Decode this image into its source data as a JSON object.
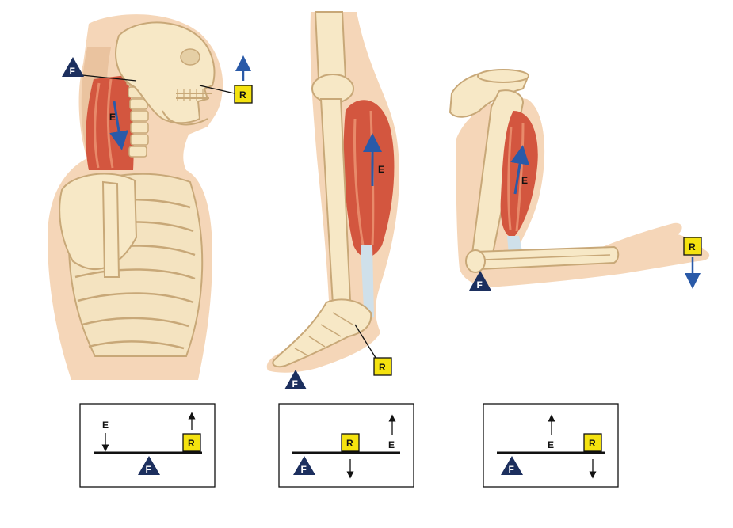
{
  "labels": {
    "fulcrum": "F",
    "effort": "E",
    "resistance": "R"
  },
  "colors": {
    "bone": "#f6e5c0",
    "bone_outline": "#c8a878",
    "skin": "#f2cfae",
    "skin_shadow": "#e6b892",
    "muscle": "#d3563f",
    "muscle_light": "#e88a6a",
    "tendon": "#cfe0ea",
    "arrow_blue": "#2a5aa8",
    "fulcrum_navy": "#1c2f5e",
    "resistance_yellow": "#f4e20f",
    "line_black": "#111111"
  },
  "figures": [
    {
      "name": "neck-head",
      "lever_class": "first-class"
    },
    {
      "name": "leg-foot",
      "lever_class": "second-class"
    },
    {
      "name": "arm-elbow",
      "lever_class": "third-class"
    }
  ]
}
